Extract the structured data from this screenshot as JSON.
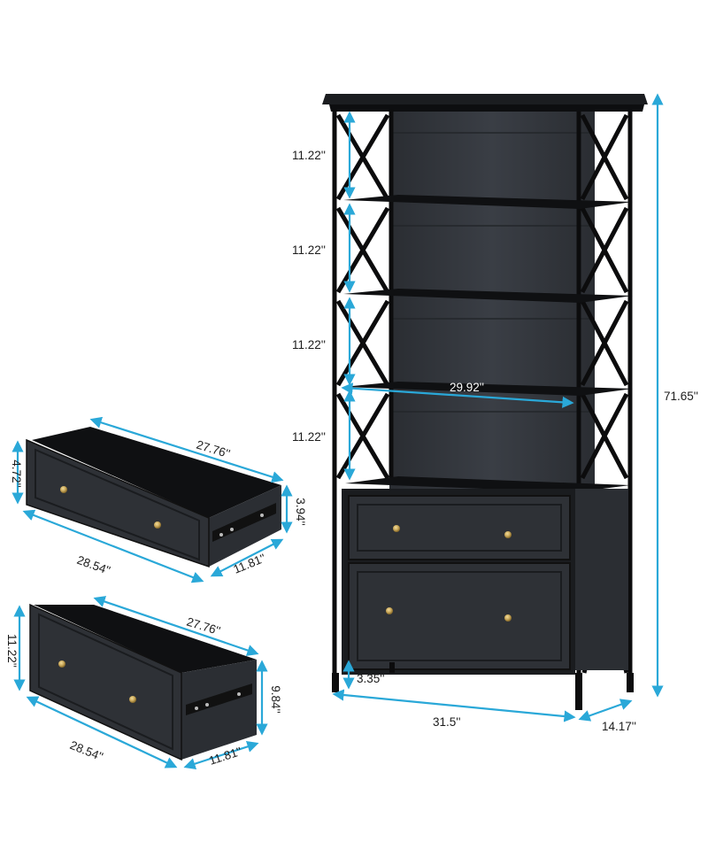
{
  "bookcase": {
    "shelf_spacing_1": "11.22''",
    "shelf_spacing_2": "11.22''",
    "shelf_spacing_3": "11.22''",
    "shelf_spacing_4": "11.22''",
    "inner_width": "29.92''",
    "total_height": "71.65''",
    "leg_clearance": "3.35''",
    "width": "31.5''",
    "depth": "14.17''"
  },
  "small_drawer": {
    "inner_depth": "27.76''",
    "front_height": "4.72''",
    "inner_height": "3.94''",
    "front_width": "28.54''",
    "side_depth": "11.81''"
  },
  "large_drawer": {
    "inner_depth": "27.76''",
    "front_height": "11.22''",
    "inner_height": "9.84''",
    "front_width": "28.54''",
    "side_depth": "11.81''"
  },
  "colors": {
    "dimension_line": "#2aa8d8",
    "cabinet": "#2e3136",
    "cabinet_dark": "#16181b",
    "frame": "#0c0c0d",
    "knob": "#c9a85a"
  }
}
